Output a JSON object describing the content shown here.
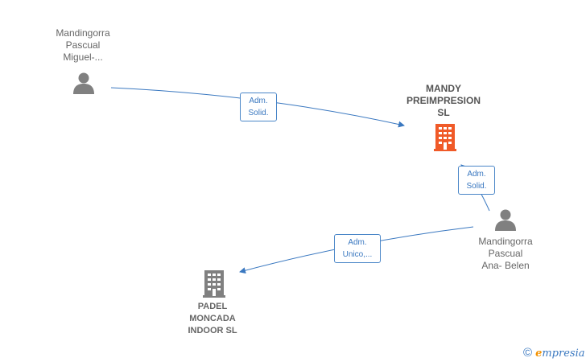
{
  "nodes": {
    "person1": {
      "lines": [
        "Mandingorra",
        "Pascual",
        "Miguel-..."
      ]
    },
    "company_main": {
      "lines": [
        "MANDY",
        "PREIMPRESION",
        "SL"
      ]
    },
    "person2": {
      "lines": [
        "Mandingorra",
        "Pascual",
        "Ana- Belen"
      ]
    },
    "company_sub": {
      "lines": [
        "PADEL",
        "MONCADA",
        "INDOOR  SL"
      ]
    }
  },
  "edges": {
    "e1": {
      "lines": [
        "Adm.",
        "Solid."
      ]
    },
    "e2": {
      "lines": [
        "Adm.",
        "Solid."
      ]
    },
    "e3": {
      "lines": [
        "Adm.",
        "Unico,..."
      ]
    }
  },
  "brand": {
    "copyright": "©",
    "e_letter": "e",
    "rest": "mpresia"
  },
  "colors": {
    "edge": "#3a78c0",
    "person_icon": "#808080",
    "company_main_icon": "#f05a28",
    "company_sub_icon": "#808080"
  },
  "icons": {
    "person": "person-icon",
    "company": "building-icon"
  }
}
